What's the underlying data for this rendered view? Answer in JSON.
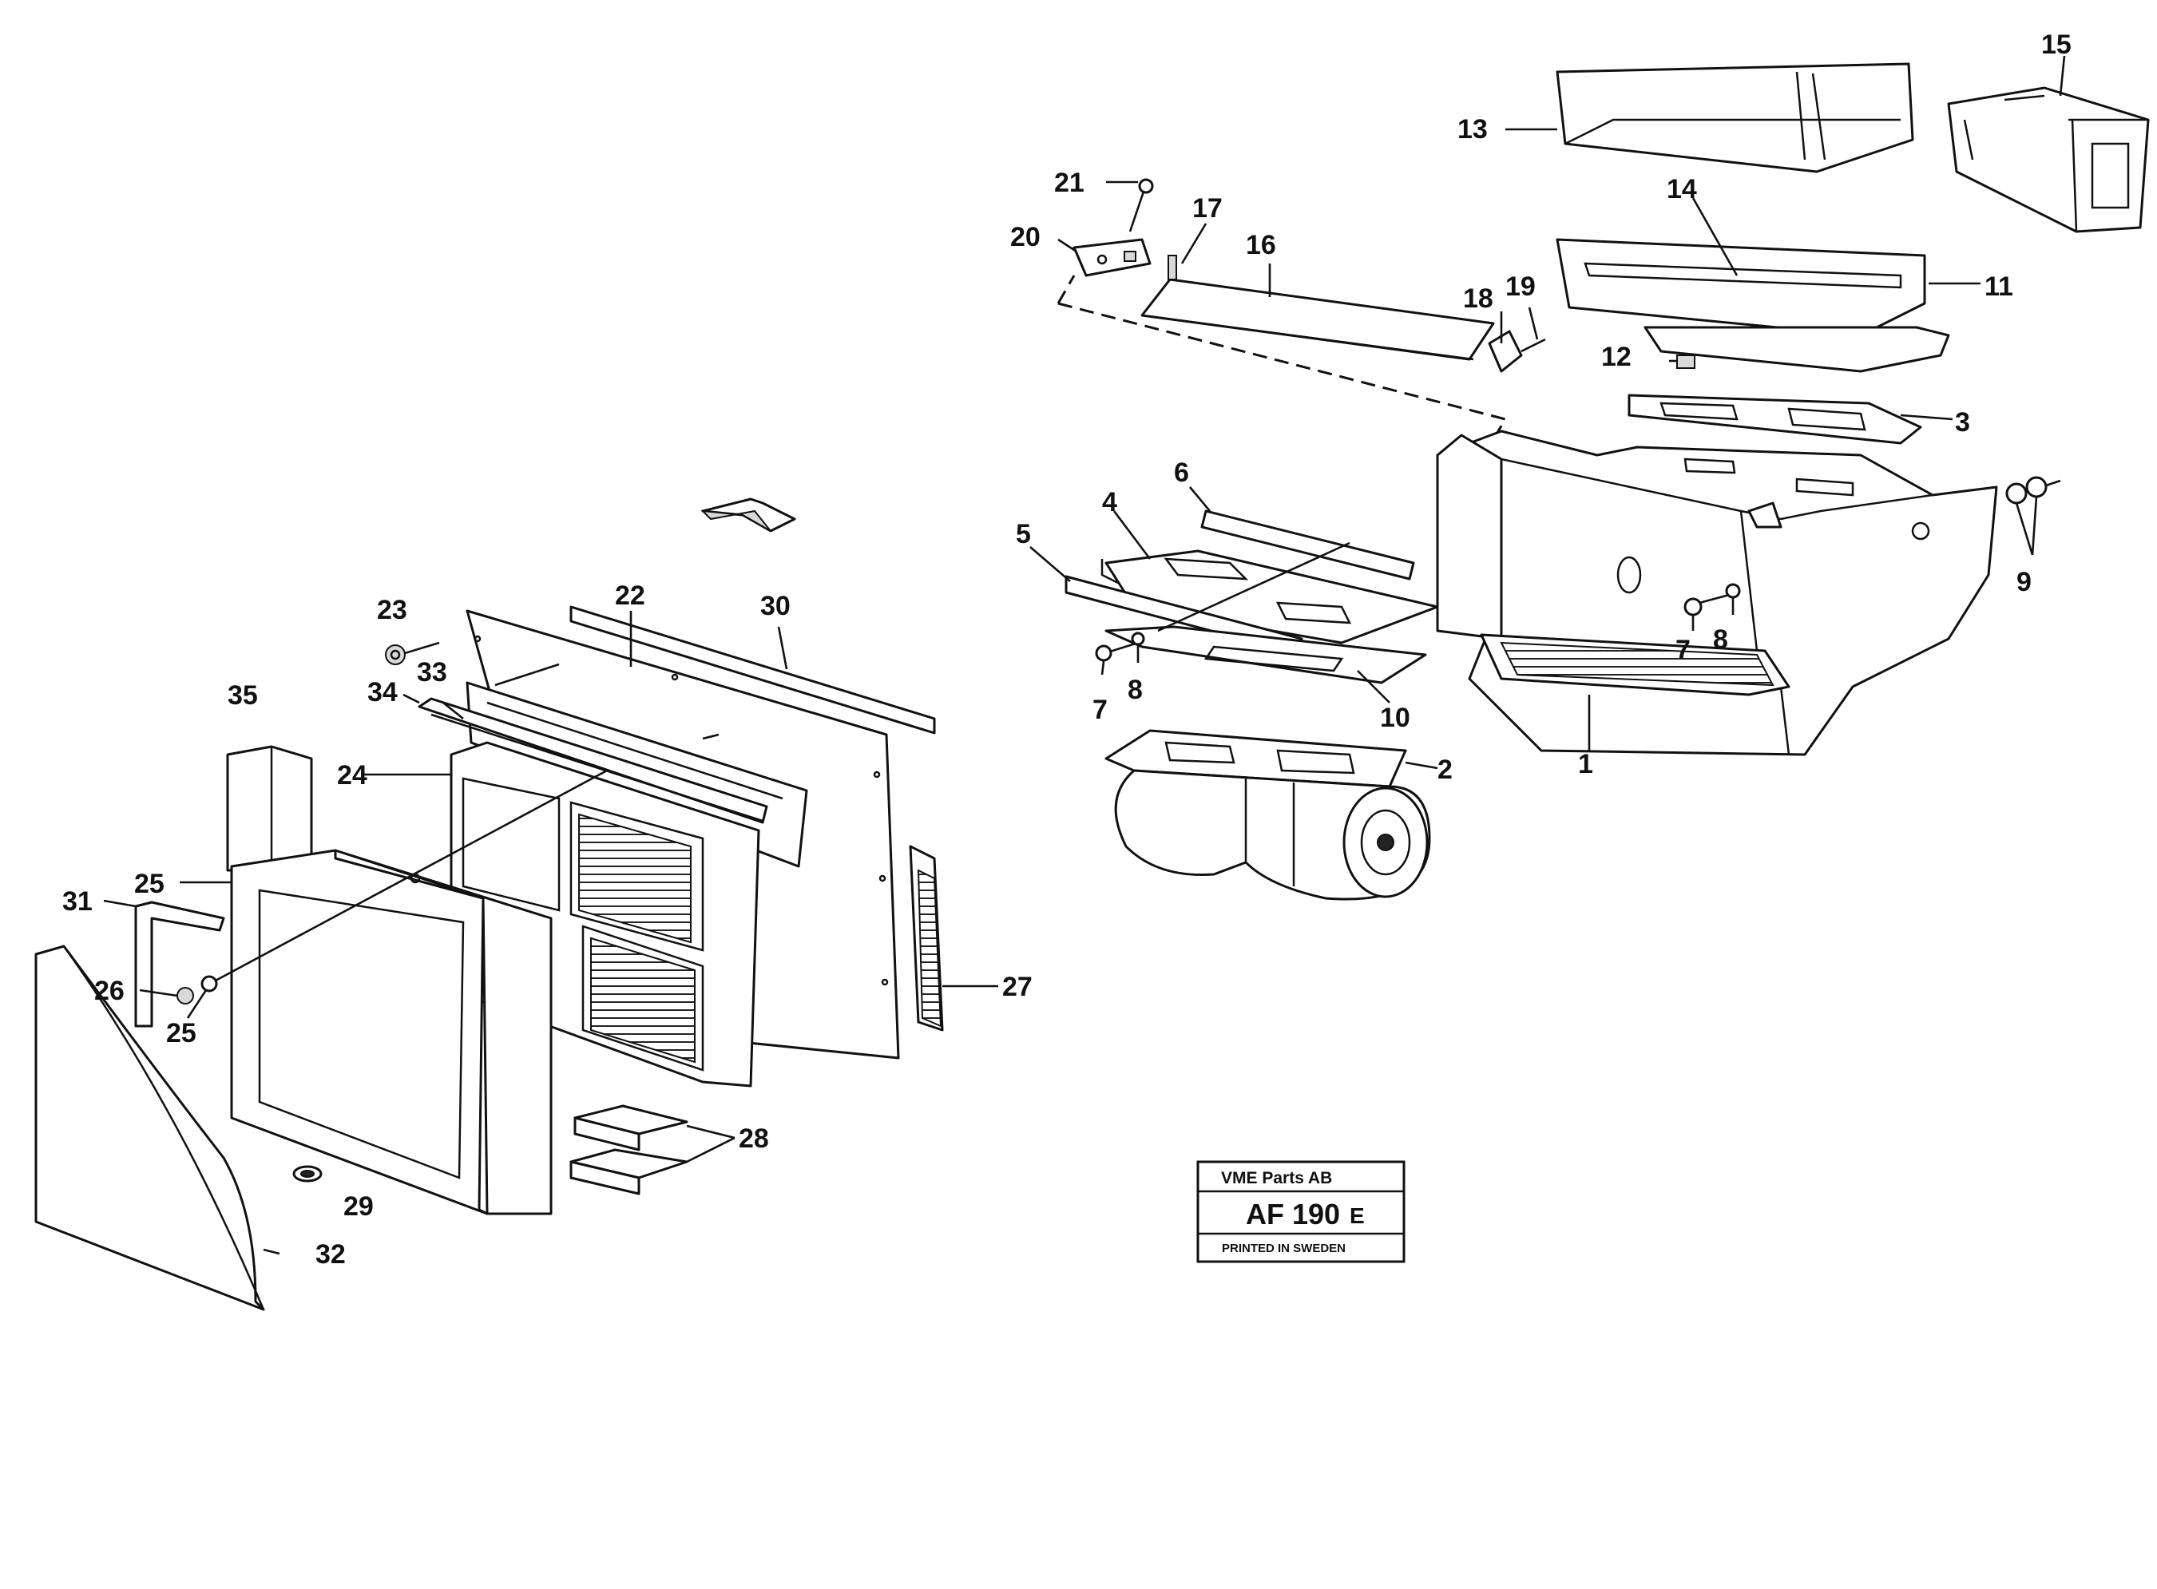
{
  "diagram": {
    "callouts": [
      {
        "id": "c1",
        "text": "1"
      },
      {
        "id": "c2",
        "text": "2"
      },
      {
        "id": "c3",
        "text": "3"
      },
      {
        "id": "c4",
        "text": "4"
      },
      {
        "id": "c5",
        "text": "5"
      },
      {
        "id": "c6",
        "text": "6"
      },
      {
        "id": "c7a",
        "text": "7"
      },
      {
        "id": "c8a",
        "text": "8"
      },
      {
        "id": "c7b",
        "text": "7"
      },
      {
        "id": "c8b",
        "text": "8"
      },
      {
        "id": "c9",
        "text": "9"
      },
      {
        "id": "c10",
        "text": "10"
      },
      {
        "id": "c11",
        "text": "11"
      },
      {
        "id": "c12",
        "text": "12"
      },
      {
        "id": "c13",
        "text": "13"
      },
      {
        "id": "c14",
        "text": "14"
      },
      {
        "id": "c15",
        "text": "15"
      },
      {
        "id": "c16",
        "text": "16"
      },
      {
        "id": "c17",
        "text": "17"
      },
      {
        "id": "c18",
        "text": "18"
      },
      {
        "id": "c19",
        "text": "19"
      },
      {
        "id": "c20",
        "text": "20"
      },
      {
        "id": "c21",
        "text": "21"
      },
      {
        "id": "c22",
        "text": "22"
      },
      {
        "id": "c23",
        "text": "23"
      },
      {
        "id": "c24",
        "text": "24"
      },
      {
        "id": "c25a",
        "text": "25"
      },
      {
        "id": "c25b",
        "text": "25"
      },
      {
        "id": "c26",
        "text": "26"
      },
      {
        "id": "c27",
        "text": "27"
      },
      {
        "id": "c28",
        "text": "28"
      },
      {
        "id": "c29",
        "text": "29"
      },
      {
        "id": "c30",
        "text": "30"
      },
      {
        "id": "c31",
        "text": "31"
      },
      {
        "id": "c32",
        "text": "32"
      },
      {
        "id": "c33",
        "text": "33"
      },
      {
        "id": "c34",
        "text": "34"
      },
      {
        "id": "c35",
        "text": "35"
      }
    ]
  },
  "title_block": {
    "company": "VME Parts AB",
    "code": "AF 190",
    "code_suffix": "E",
    "printed": "PRINTED IN SWEDEN"
  }
}
